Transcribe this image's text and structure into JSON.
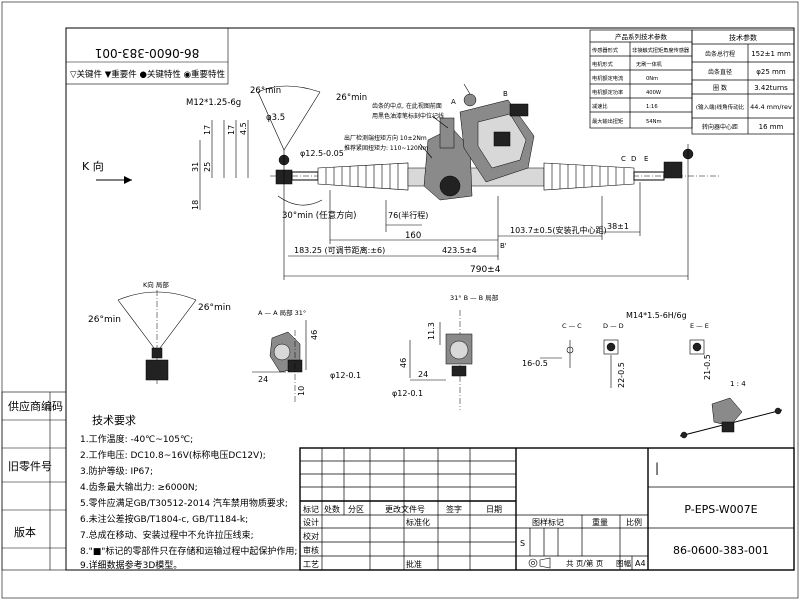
{
  "stamp_code": "86-0600-383-001",
  "legend": "▽关键件 ▼重要件 ●关键特性 ◉重要特性",
  "side_labels": [
    "供应商编码",
    "旧零件号",
    "版本"
  ],
  "view_k": "K 向",
  "views": {
    "k_local": "K向 局部",
    "aa": "A — A 局部 31°",
    "bb": "31° B — B 局部",
    "cc": "C — C",
    "dd": "D — D",
    "ee": "E — E"
  },
  "scale_note": "1 : 4",
  "main_dims": {
    "thread": "M12*1.25-6g",
    "ang1": "26°min",
    "ang2": "26°min",
    "phi35": "φ3.5",
    "phi12": "φ12.5-0.05",
    "d17a": "17",
    "d17b": "17",
    "d45": "4.5",
    "d31": "31",
    "d25": "25",
    "d18": "18",
    "ang30": "30°min (任意方向)",
    "d76": "76(半行程)",
    "d160": "160",
    "d4235": "423.5±4",
    "d1037": "103.7±0.5(安装孔中心距)",
    "d381": "38±1",
    "d18325": "183.25 (可调节距离:±6)",
    "d790": "790±4",
    "note1": "齿条的中点, 在此视图前面",
    "note2": "用黑色油漆笔标刻中位记线",
    "note3": "出厂检测端扭矩方向 10±2Nm",
    "note4": "推荐紧固扭矩力: 110~120Nm",
    "A": "A",
    "B": "B",
    "Bp": "B'",
    "C": "C",
    "D": "D",
    "E": "E"
  },
  "kview_dims": {
    "ang1": "26°min",
    "ang2": "26°min"
  },
  "aa_dims": {
    "d46": "46",
    "d24": "24",
    "d10": "10",
    "phi12": "φ12-0.1"
  },
  "bb_dims": {
    "d113": "11.3",
    "d46": "46",
    "d24": "24",
    "phi12": "φ12-0.1"
  },
  "cc_dims": {
    "d16": "16-0.5"
  },
  "dd_dims": {
    "thread": "M14*1.5-6H/6g",
    "d22": "22-0.5"
  },
  "ee_dims": {
    "d21": "21-0.5"
  },
  "spec1": {
    "title": "产品系列技术参数",
    "rows": [
      [
        "传感器形式",
        "非接触式扭矩角度传感器"
      ],
      [
        "电机形式",
        "无刷一体机"
      ],
      [
        "电机额定电流",
        "0Nm"
      ],
      [
        "电机额定功率",
        "400W"
      ],
      [
        "减速比",
        "1:16"
      ],
      [
        "最大输出扭矩",
        "54Nm"
      ]
    ]
  },
  "spec2": {
    "title": "技术参数",
    "rows": [
      [
        "齿条总行程",
        "152±1 mm"
      ],
      [
        "齿条直径",
        "φ25 mm"
      ],
      [
        "圈 数",
        "3.42turns"
      ],
      [
        "(输入端)线角传动比",
        "44.4 mm/rev"
      ],
      [
        "转向器中心距",
        "16 mm"
      ]
    ]
  },
  "tech_req": {
    "title": "技术要求",
    "items": [
      "1.工作温度: -40℃~105℃;",
      "2.工作电压: DC10.8~16V(标称电压DC12V);",
      "3.防护等级: IP67;",
      "4.齿条最大输出力: ≥6000N;",
      "5.零件应满足GB/T30512-2014 汽车禁用物质要求;",
      "6.未注公差按GB/T1804-c, GB/T1184-k;",
      "7.总成在移动、安装过程中不允许拉压线束;",
      "8.\"■\"标记的零部件只在存储和运输过程中起保护作用;",
      "9.详细数据参考3D模型。"
    ]
  },
  "title_block": {
    "h_mark": "标记",
    "h_count": "处数",
    "h_zone": "分区",
    "h_doc": "更改文件号",
    "h_sign": "签字",
    "h_date": "日期",
    "design": "设计",
    "std": "标准化",
    "check": "校对",
    "review": "审核",
    "craft": "工艺",
    "approve": "批准",
    "stage": "图样标记",
    "weight": "重量",
    "scale": "比例",
    "s": "S",
    "total": "共 页/第 页",
    "format": "图幅",
    "a4": "A4",
    "product": "P-EPS-W007E",
    "drawing_no": "86-0600-383-001",
    "divider": "|"
  }
}
